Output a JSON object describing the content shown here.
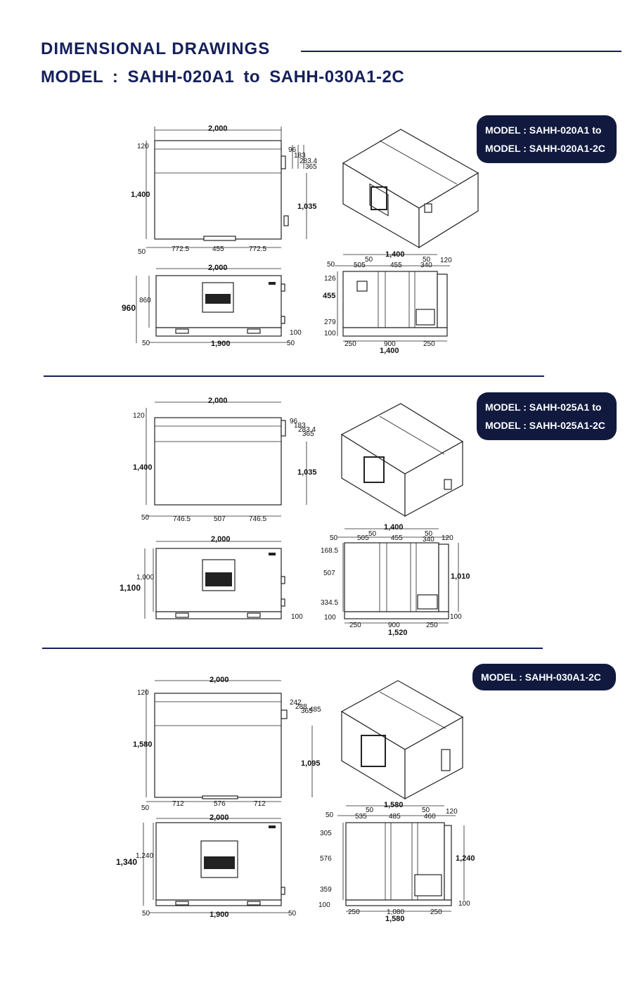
{
  "header": {
    "title": "DIMENSIONAL DRAWINGS",
    "subtitle": "MODEL :  SAHH-020A1 to SAHH-030A1-2C"
  },
  "sections": [
    {
      "badge": [
        "MODEL :  SAHH-020A1 to",
        "MODEL :  SAHH-020A1-2C"
      ],
      "top": {
        "width": "2,000",
        "top_offset": "120",
        "height": "1,400",
        "right_height": "1,035",
        "small": [
          "96",
          "183",
          "283.4",
          "365"
        ],
        "bottom": [
          "772.5",
          "455",
          "772.5"
        ],
        "left_base": "50"
      },
      "front": {
        "width": "2,000",
        "inner_h": "860",
        "total_h": "960",
        "base_left": "50",
        "base_width": "1,900",
        "base_right": "50",
        "base_h": "100"
      },
      "side": {
        "width": "1,400",
        "off_left": "50",
        "seg": [
          "505",
          "50",
          "455",
          "50",
          "340"
        ],
        "off_right": "120",
        "v": [
          "126",
          "455",
          "279"
        ],
        "base_h": "100",
        "b": [
          "250",
          "900",
          "250"
        ],
        "base_width": "1,400",
        "right_h": ""
      }
    },
    {
      "badge": [
        "MODEL :  SAHH-025A1 to",
        "MODEL :  SAHH-025A1-2C"
      ],
      "top": {
        "width": "2,000",
        "top_offset": "120",
        "height": "1,400",
        "right_height": "1,035",
        "small": [
          "96",
          "183",
          "283.4",
          "365"
        ],
        "bottom": [
          "746.5",
          "507",
          "746.5"
        ],
        "left_base": "50"
      },
      "front": {
        "width": "2,000",
        "inner_h": "1,000",
        "total_h": "1,100",
        "base_left": "",
        "base_width": "",
        "base_right": "",
        "base_h": "100"
      },
      "side": {
        "width": "1,400",
        "off_left": "50",
        "seg": [
          "505",
          "50",
          "455",
          "50",
          "340"
        ],
        "off_right": "120",
        "v": [
          "168.5",
          "507",
          "334.5"
        ],
        "base_h": "100",
        "b": [
          "250",
          "900",
          "250"
        ],
        "base_width": "1,520",
        "right_h": "1,010",
        "base_h_r": "100"
      }
    },
    {
      "badge": [
        "MODEL :  SAHH-030A1-2C"
      ],
      "top": {
        "width": "2,000",
        "top_offset": "120",
        "height": "1,580",
        "right_height": "1,095",
        "small": [
          "242",
          "288",
          "365",
          "485"
        ],
        "bottom": [
          "712",
          "576",
          "712"
        ],
        "left_base": "50"
      },
      "front": {
        "width": "2,000",
        "inner_h": "1,240",
        "total_h": "1,340",
        "base_left": "50",
        "base_width": "1,900",
        "base_right": "50",
        "base_h": ""
      },
      "side": {
        "width": "1,580",
        "off_left": "50",
        "seg": [
          "535",
          "50",
          "485",
          "50",
          "460"
        ],
        "off_right": "120",
        "v": [
          "305",
          "576",
          "359"
        ],
        "base_h": "100",
        "b": [
          "250",
          "1,080",
          "250"
        ],
        "base_width": "1,580",
        "right_h": "1,240",
        "base_h_r": "100"
      }
    }
  ],
  "colors": {
    "navy": "#15205a",
    "badge": "#111a3e"
  }
}
